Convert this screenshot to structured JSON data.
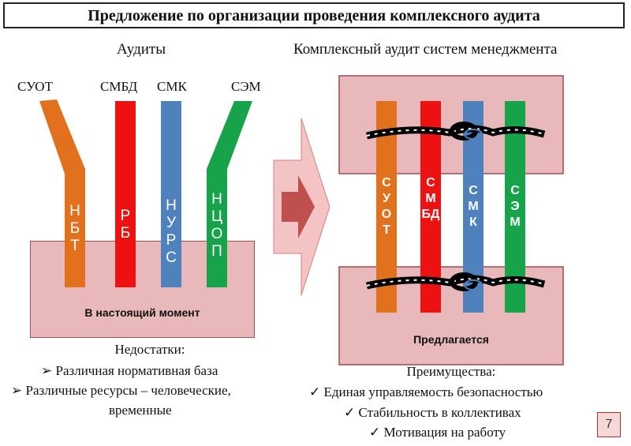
{
  "title": "Предложение по организации проведения комплексного аудита",
  "left": {
    "heading": "Аудиты",
    "systems": [
      "СУОТ",
      "СМБД",
      "СМК",
      "СЭМ"
    ],
    "strip_labels": [
      "Н\nБ\nТ",
      "Р\nБ",
      "Н\nУ\nР\nС",
      "Н\nЦ\nО\nП"
    ],
    "box_label": "В настоящий момент",
    "disadvantages_title": "Недостатки:",
    "disadvantages": [
      "Различная нормативная база",
      "Различные ресурсы – человеческие,",
      "временные"
    ]
  },
  "right": {
    "heading": "Комплексный аудит систем менеджмента",
    "strip_labels": [
      "С\nУ\nО\nТ",
      "С\nМ\nБД",
      "С\nМ\nК",
      "С\nЭ\nМ"
    ],
    "box_label": "Предлагается",
    "advantages_title": "Преимущества:",
    "advantages": [
      "Единая управляемость безопасностью",
      "Стабильность в коллективах",
      "Мотивация на работу"
    ]
  },
  "colors": {
    "orange": "#e2711d",
    "red": "#ee1111",
    "blue": "#4f81bd",
    "green": "#16a34a",
    "pink": "#e9b8bb",
    "arrow": "#c0504d"
  },
  "page_number": "7"
}
